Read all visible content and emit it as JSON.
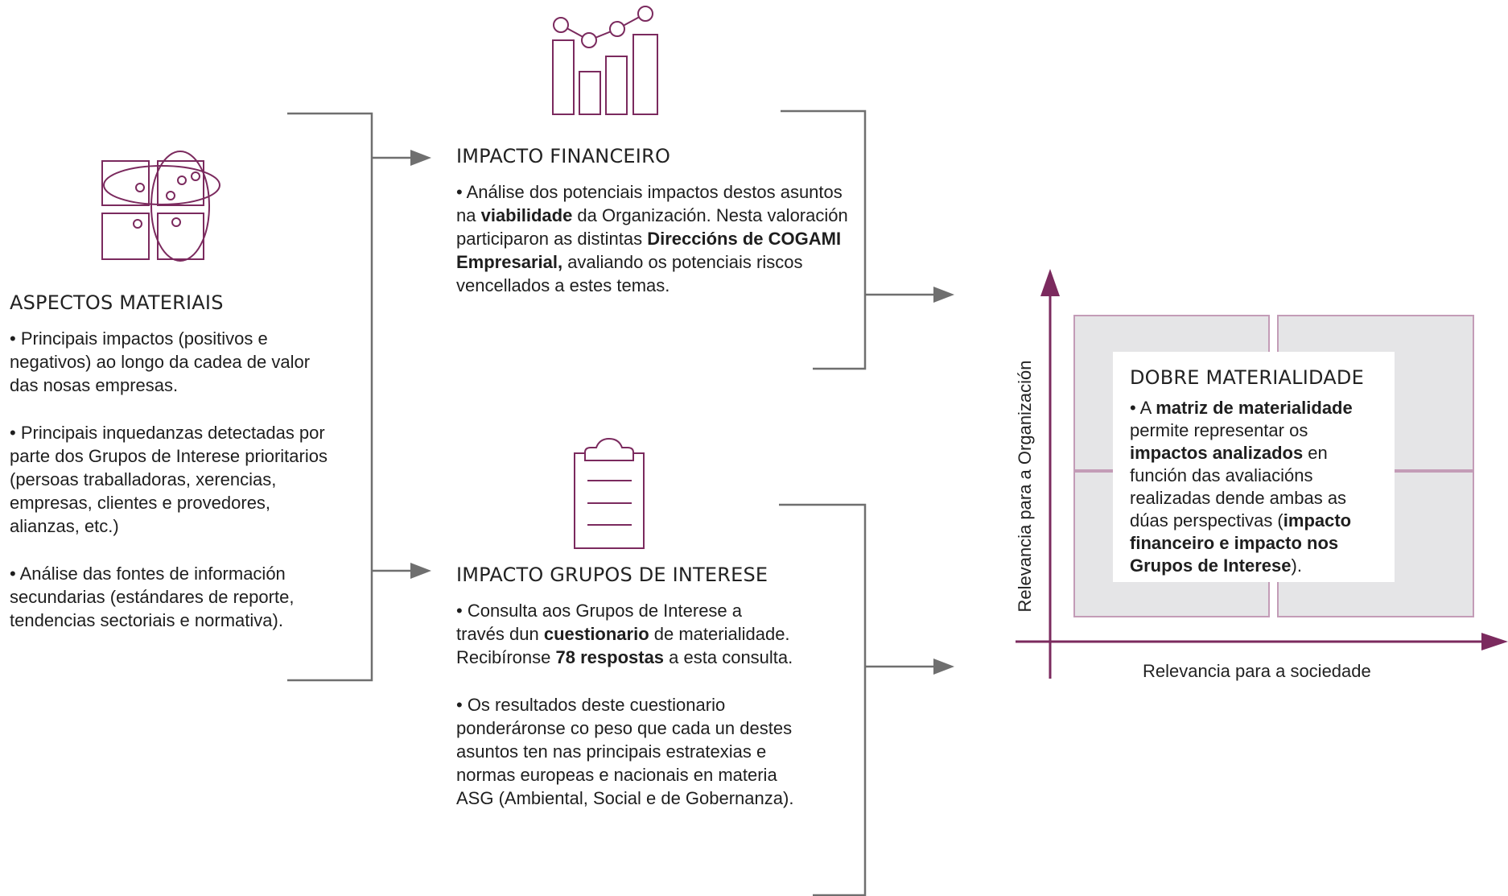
{
  "colors": {
    "accent": "#7b2a5e",
    "connector": "#6f6f6f",
    "quadrant_fill": "#e5e5e7",
    "quadrant_border": "#c39cb7",
    "text": "#1e1e1e"
  },
  "aspectos": {
    "title": "ASPECTOS MATERIAIS",
    "icon": "matrix-clusters-icon",
    "paragraphs": [
      [
        {
          "t": "• Principais impactos (positivos e negativos) ao longo da cadea de valor das nosas empresas."
        }
      ],
      [
        {
          "t": "• Principais inquedanzas detectadas por parte dos Grupos de Interese prioritarios (persoas traballadoras, xerencias, empresas, clientes e provedores, alianzas, etc.)"
        }
      ],
      [
        {
          "t": "• Análise das fontes de información secundarias (estándares de reporte, tendencias sectoriais e normativa)."
        }
      ]
    ]
  },
  "financeiro": {
    "title": "IMPACTO FINANCEIRO",
    "icon": "bar-line-chart-icon",
    "paragraphs": [
      [
        {
          "t": "• Análise dos potenciais impactos destos asuntos na "
        },
        {
          "t": "viabilidade",
          "b": true
        },
        {
          "t": " da Organización. Nesta valoración participaron as distintas "
        },
        {
          "t": "Direccións de COGAMI Empresarial,",
          "b": true
        },
        {
          "t": " avaliando os potenciais riscos vencellados a estes temas."
        }
      ]
    ]
  },
  "grupos": {
    "title": "IMPACTO GRUPOS DE INTERESE",
    "icon": "clipboard-icon",
    "paragraphs": [
      [
        {
          "t": "• Consulta aos Grupos de Interese a través dun "
        },
        {
          "t": "cuestionario",
          "b": true
        },
        {
          "t": " de materialidade. Recibíronse "
        },
        {
          "t": "78 respostas",
          "b": true
        },
        {
          "t": " a esta consulta."
        }
      ],
      [
        {
          "t": "• Os resultados deste cuestionario ponderáronse co peso que cada un destes asuntos ten nas principais estratexias e normas europeas e nacionais en materia ASG (Ambiental, Social e de Gobernanza)."
        }
      ]
    ]
  },
  "dobre": {
    "title": "DOBRE MATERIALIDADE",
    "paragraphs": [
      [
        {
          "t": "• A "
        },
        {
          "t": "matriz de materialidade",
          "b": true
        },
        {
          "t": " permite representar os "
        },
        {
          "t": "impactos analizados",
          "b": true
        },
        {
          "t": " en función das avaliacións realizadas dende ambas as dúas perspectivas ("
        },
        {
          "t": "impacto financeiro e impacto nos Grupos de Interese",
          "b": true
        },
        {
          "t": ")."
        }
      ]
    ]
  },
  "axes": {
    "y_label": "Relevancia para a Organización",
    "x_label": "Relevancia para a sociedade"
  }
}
